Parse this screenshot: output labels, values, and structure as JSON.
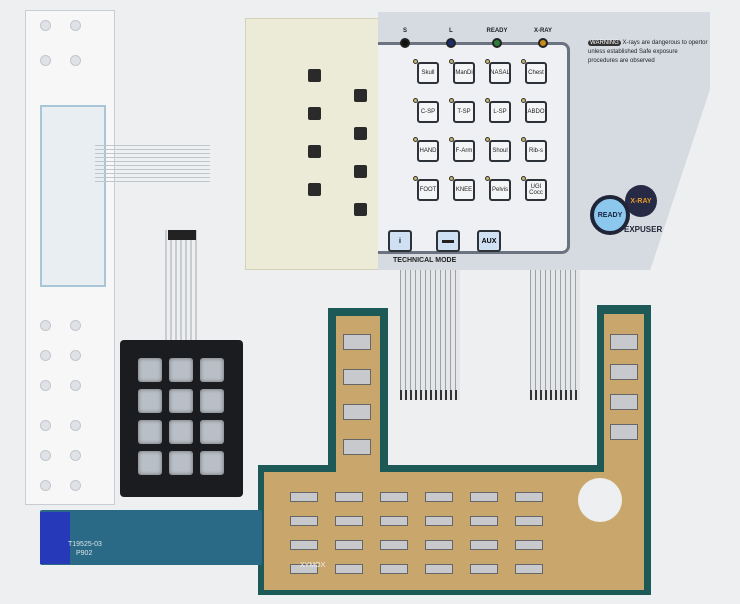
{
  "indicators": [
    "S",
    "L",
    "READY",
    "X-RAY"
  ],
  "warning": {
    "badge": "WARNING",
    "text": "X-rays are dangerous to opertor unless established Safe exposure procedures are observed"
  },
  "keys": [
    [
      "Skull",
      "ManDi",
      "NASAL",
      "Chest"
    ],
    [
      "C-SP",
      "T-SP",
      "L-SP",
      "ABDO"
    ],
    [
      "HAND",
      "F-Arm",
      "Shoul",
      "Rib-s"
    ],
    [
      "FOOT",
      "KNEE",
      "Pelvis",
      "UGI Cocc"
    ]
  ],
  "technical": {
    "info_icon": "i",
    "aux": "AUX",
    "label": "TECHNICAL MODE"
  },
  "expose": {
    "ready": "READY",
    "xray": "X-RAY",
    "label": "EXPUSER"
  },
  "flex_cable": {
    "part": "T19525-03",
    "rev": "P902"
  },
  "pcb": {
    "brand": "XYMOX"
  },
  "colors": {
    "panel": "#d6dbe2",
    "pcb": "#1d5a57",
    "ready": "#8cc8ee",
    "xray": "#e89a2a"
  }
}
